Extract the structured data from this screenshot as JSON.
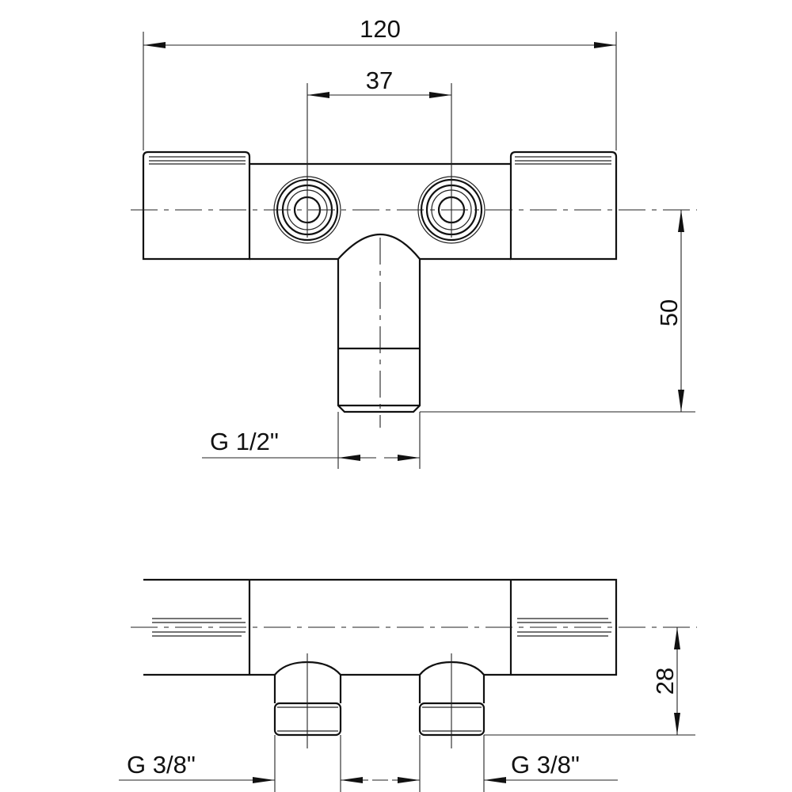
{
  "drawing": {
    "top_view": {
      "dim_overall_width": "120",
      "dim_port_spacing": "37",
      "dim_height": "50",
      "thread_outlet": "G 1/2\""
    },
    "front_view": {
      "dim_height": "28",
      "thread_left": "G 3/8\"",
      "thread_right": "G 3/8\""
    }
  }
}
